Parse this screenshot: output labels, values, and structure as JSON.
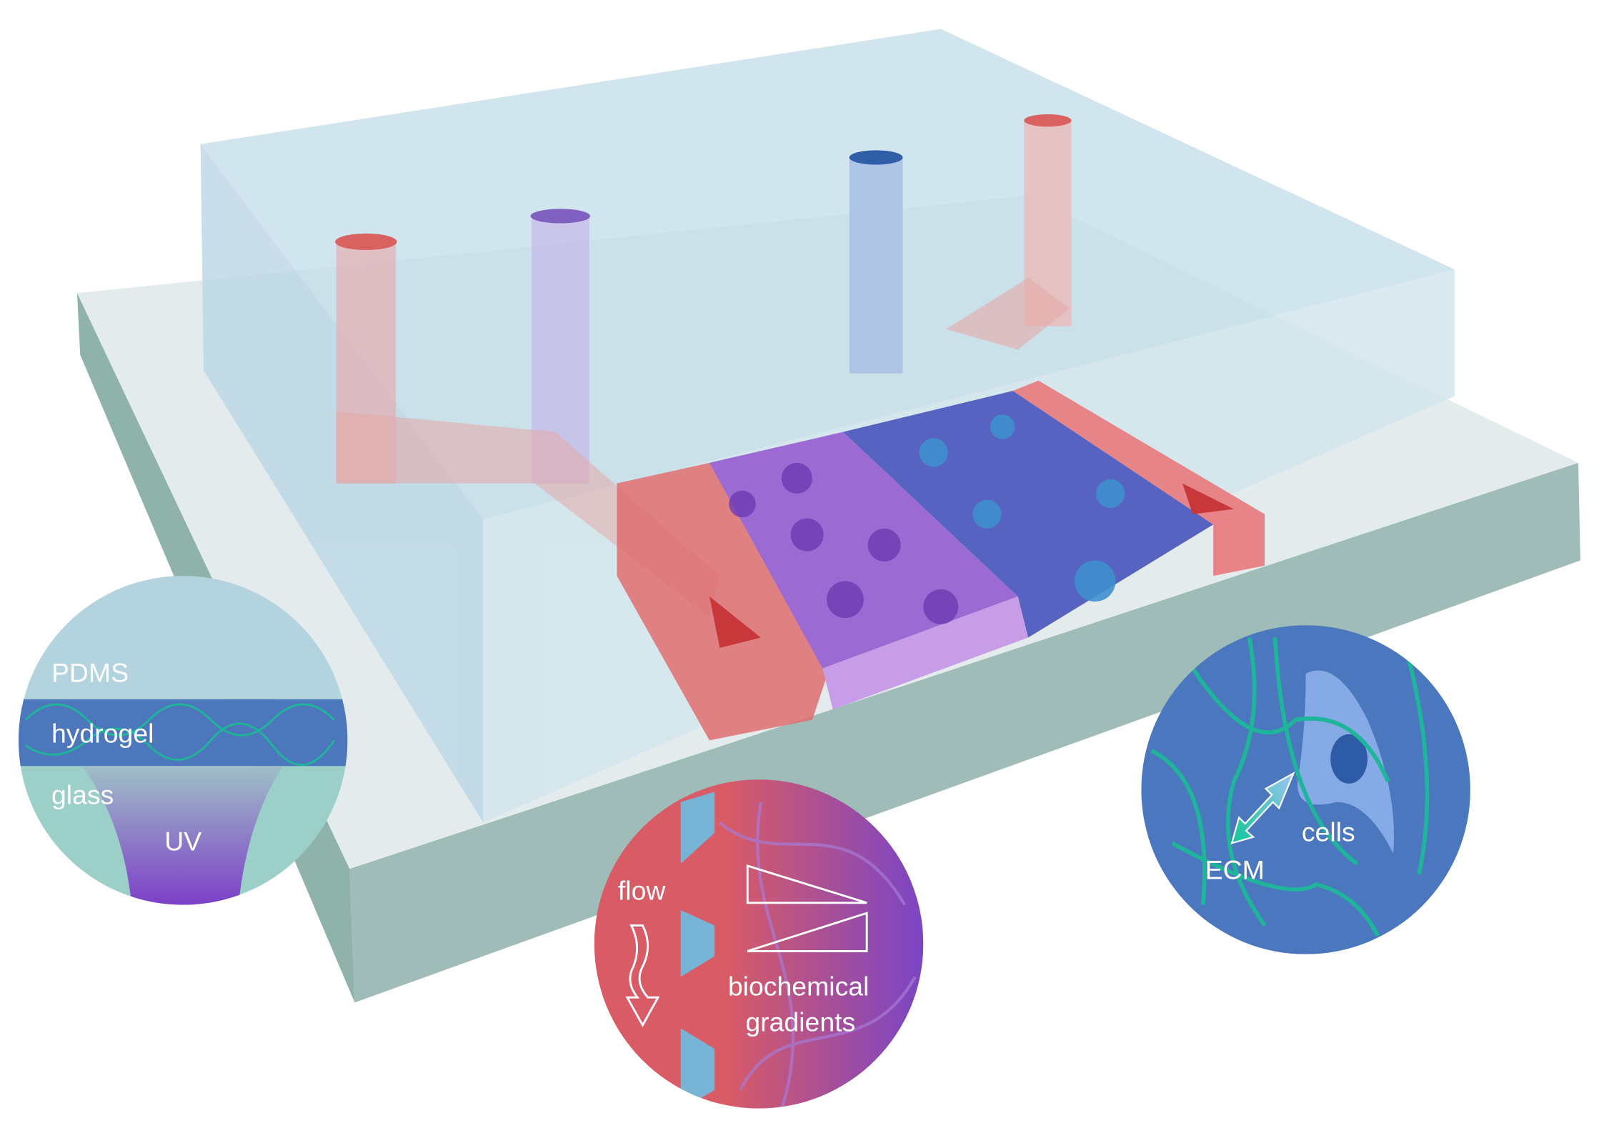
{
  "labels": {
    "pdms": "PDMS",
    "hydrogel": "hydrogel",
    "glass": "glass",
    "uv": "UV",
    "flow": "flow",
    "biochemical": "biochemical",
    "gradients": "gradients",
    "cells": "cells",
    "ecm": "ECM"
  },
  "colors": {
    "glass": "#a3c0bd",
    "pdms": "#cfe3ee",
    "red_channel": "#e2686b",
    "purple_gel": "#9b6bd3",
    "blue_gel": "#5663c0",
    "ecm_fiber": "#1fb59a",
    "cell_circle_bg": "#4a77bd"
  }
}
